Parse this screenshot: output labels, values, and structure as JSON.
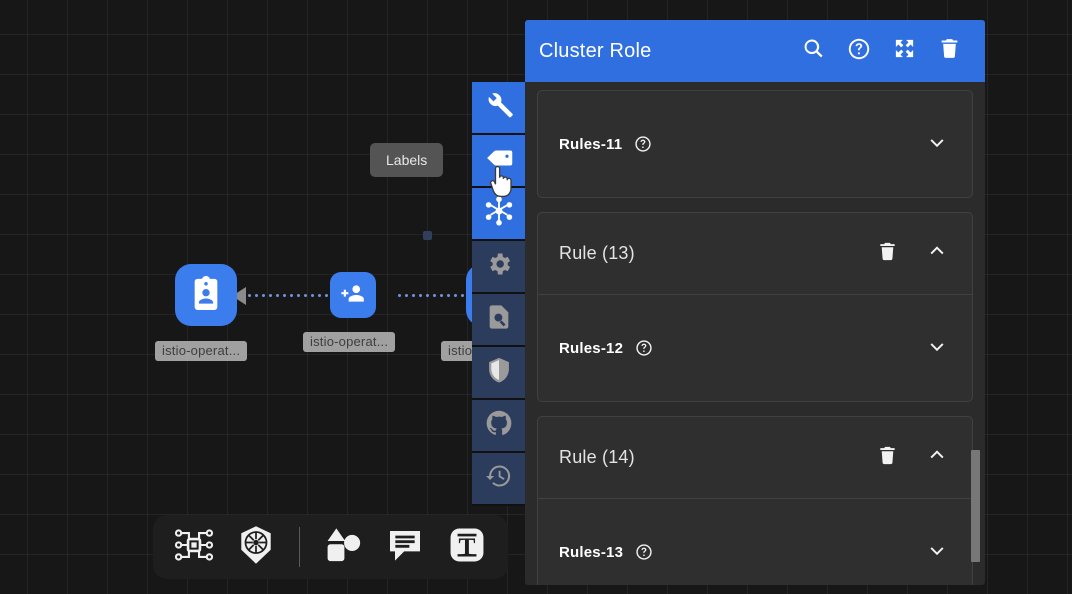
{
  "panel": {
    "title": "Cluster Role",
    "actions": [
      {
        "name": "search-icon",
        "label": "Search"
      },
      {
        "name": "help-icon",
        "label": "Help"
      },
      {
        "name": "fullscreen-icon",
        "label": "Expand"
      },
      {
        "name": "delete-icon",
        "label": "Delete"
      }
    ],
    "cards": [
      {
        "type": "rules",
        "label": "Rules-11",
        "help": "?",
        "expand_state": "collapsed",
        "chevron": "chevron-down"
      },
      {
        "type": "rule-group",
        "label": "Rule (13)",
        "expand_state": "expanded",
        "chevron": "chevron-up",
        "has_delete": true,
        "child": {
          "label": "Rules-12",
          "help": "?",
          "chevron": "chevron-down"
        }
      },
      {
        "type": "rule-group",
        "label": "Rule (14)",
        "expand_state": "expanded",
        "chevron": "chevron-up",
        "has_delete": true,
        "child": {
          "label": "Rules-13",
          "help": "?",
          "chevron": "chevron-down"
        }
      }
    ]
  },
  "tooltip": {
    "text": "Labels"
  },
  "vertical_toolbar": {
    "items": [
      {
        "name": "wrench-icon",
        "label": "Tools",
        "active": true
      },
      {
        "name": "tag-icon",
        "label": "Labels",
        "active": true
      },
      {
        "name": "network-nodes-icon",
        "label": "Topology",
        "active": true
      },
      {
        "name": "gear-icon",
        "label": "Settings",
        "active": false
      },
      {
        "name": "document-search-icon",
        "label": "Inspect",
        "active": false
      },
      {
        "name": "shield-icon",
        "label": "Security",
        "active": false
      },
      {
        "name": "github-icon",
        "label": "GitHub",
        "active": false
      },
      {
        "name": "history-icon",
        "label": "History",
        "active": false
      }
    ]
  },
  "bottom_toolbar": {
    "items": [
      {
        "name": "circuit-chip-icon",
        "label": "Infrastructure"
      },
      {
        "name": "kubernetes-icon",
        "label": "Kubernetes"
      },
      {
        "name": "shapes-icon",
        "label": "Shapes"
      },
      {
        "name": "comment-icon",
        "label": "Comment"
      },
      {
        "name": "text-icon",
        "label": "Text"
      }
    ]
  },
  "graph": {
    "nodes": [
      {
        "name": "graph-node-serviceaccount",
        "icon": "id-badge-icon",
        "label": "istio-operat..."
      },
      {
        "name": "graph-node-rolebinding",
        "icon": "add-group-icon",
        "label": "istio-operat..."
      },
      {
        "name": "graph-node-clusterrole",
        "icon": "id-badge-icon",
        "label": "istio"
      }
    ]
  },
  "colors": {
    "accent": "#2f6fe0",
    "node": "#3b7ded",
    "canvas": "#171717",
    "panel": "#2b2b2b",
    "card": "#2f2f2f"
  }
}
